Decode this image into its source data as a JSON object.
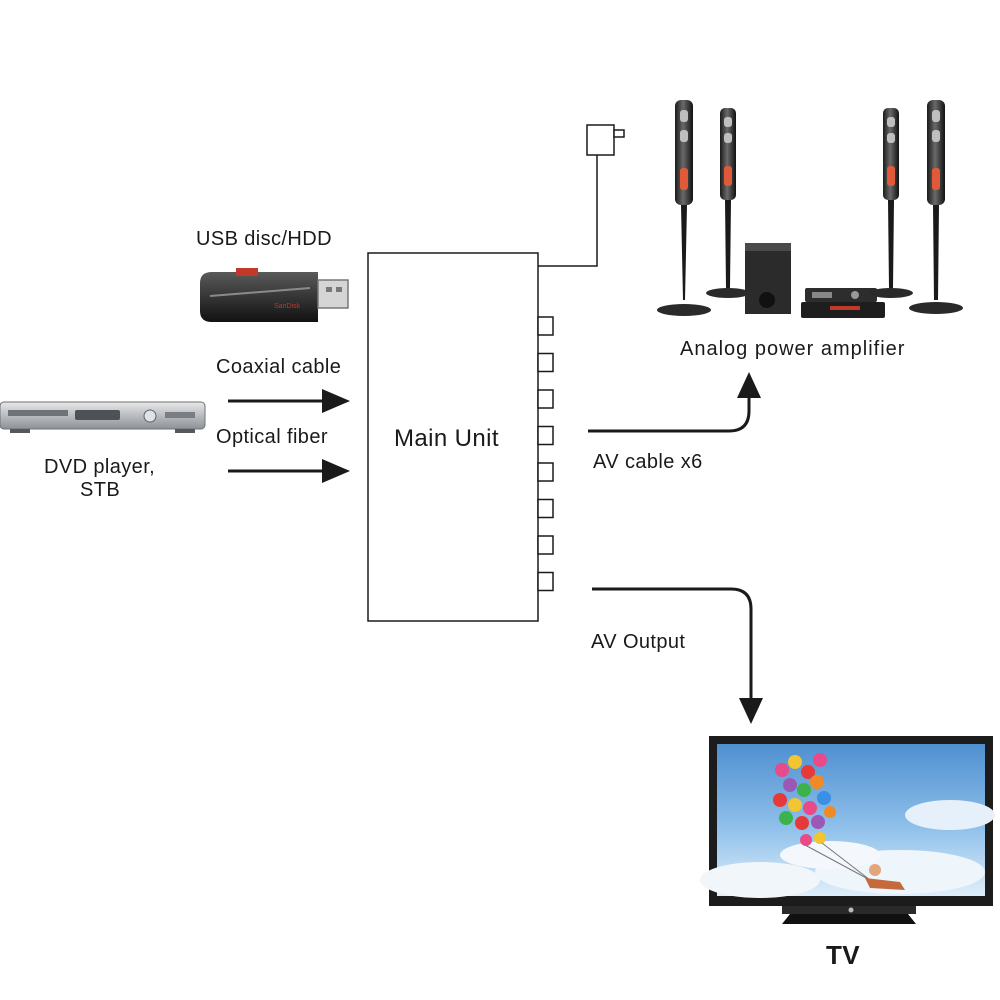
{
  "labels": {
    "usb": "USB disc/HDD",
    "coaxial": "Coaxial cable",
    "optical": "Optical fiber",
    "dvd_line1": "DVD player,",
    "dvd_line2": "STB",
    "main_unit": "Main Unit",
    "amplifier": "Analog power amplifier",
    "av_cable": "AV cable x6",
    "av_output": "AV Output",
    "tv": "TV"
  },
  "usb_brand": "SanDisk",
  "colors": {
    "line": "#1a1a1a",
    "usb_accent": "#c0392b",
    "speaker_glow": "#e05a3a",
    "tv_sky": "#6fa9dd"
  },
  "icons": [
    "usb-drive-icon",
    "dvd-player-icon",
    "power-adapter-icon",
    "speaker-system-icon",
    "tv-icon"
  ]
}
